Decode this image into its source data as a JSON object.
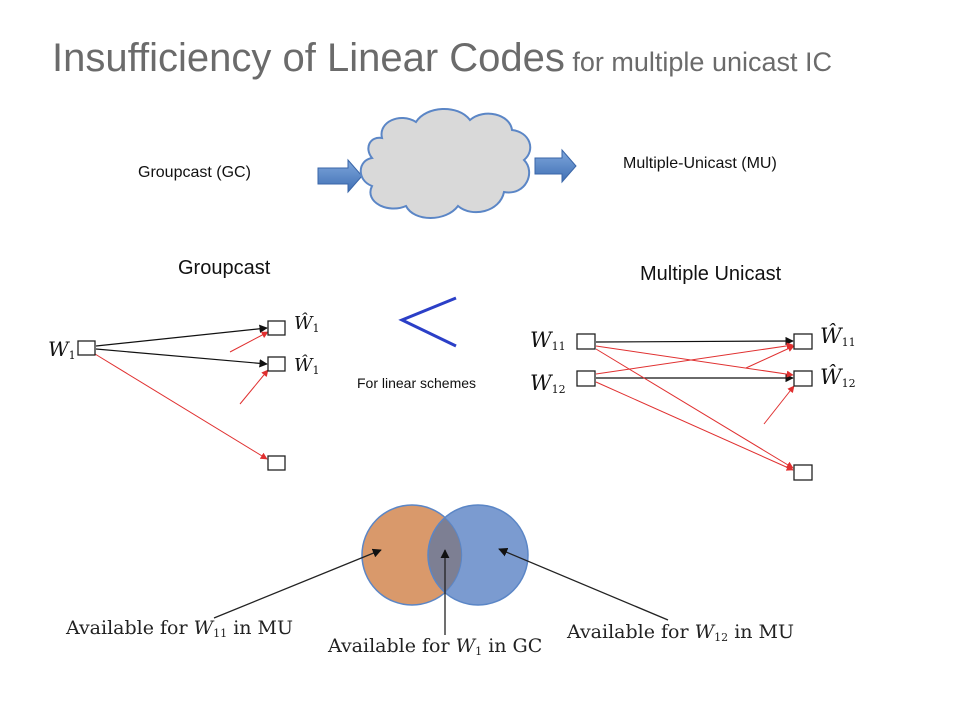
{
  "title": {
    "main": "Insufficiency of Linear Codes",
    "sub": " for multiple unicast IC"
  },
  "top": {
    "left_label": "Groupcast (GC)",
    "right_label": "Multiple-Unicast (MU)"
  },
  "groupcast": {
    "heading": "Groupcast",
    "source": {
      "symbol": "W",
      "sub": "1"
    },
    "receivers": [
      {
        "symbol": "Ŵ",
        "sub": "1"
      },
      {
        "symbol": "Ŵ",
        "sub": "1"
      }
    ]
  },
  "comparison": {
    "symbol": "<",
    "caption": "For linear schemes"
  },
  "multiple_unicast": {
    "heading": "Multiple Unicast",
    "sources": [
      {
        "symbol": "W",
        "sub": "11"
      },
      {
        "symbol": "W",
        "sub": "12"
      }
    ],
    "receivers": [
      {
        "symbol": "Ŵ",
        "sub": "11"
      },
      {
        "symbol": "Ŵ",
        "sub": "12"
      }
    ]
  },
  "venn": {
    "colors": {
      "left": "#d9996b",
      "right": "#7b9bd0",
      "overlap": "#7d7f93"
    },
    "labels": [
      {
        "prefix": "Available for ",
        "symbol": "W",
        "sub": "11",
        "suffix": " in MU"
      },
      {
        "prefix": "Available for ",
        "symbol": "W",
        "sub": "1",
        "suffix": " in GC"
      },
      {
        "prefix": "Available for ",
        "symbol": "W",
        "sub": "12",
        "suffix": " in MU"
      }
    ]
  },
  "colors": {
    "arrow_blue": "#4f81bd",
    "edge_red": "#e03030",
    "less_than": "#2b3fc7",
    "cloud": "#d9d9d9"
  }
}
